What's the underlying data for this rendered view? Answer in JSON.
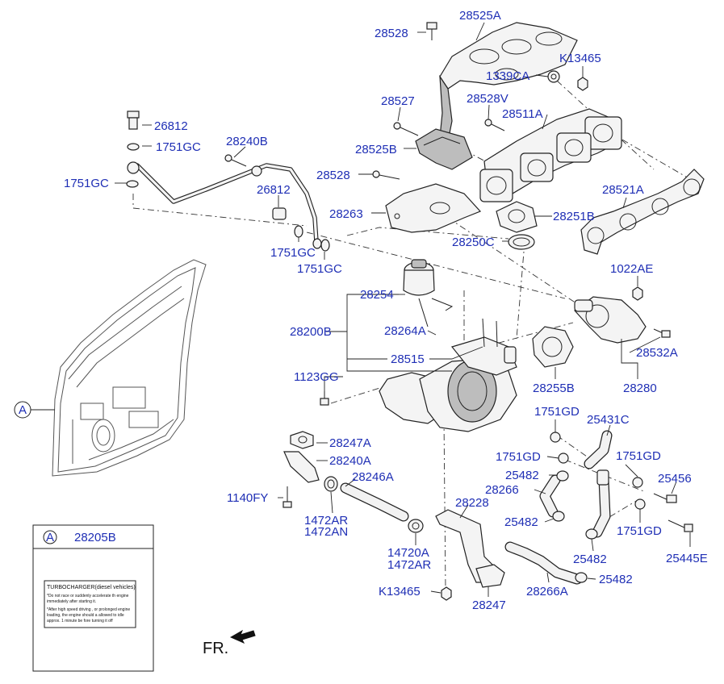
{
  "labels": {
    "l28528_top": "28528",
    "l28525A": "28525A",
    "lK13465_top": "K13465",
    "l1339CA": "1339CA",
    "l28527": "28527",
    "l28528V": "28528V",
    "l28511A": "28511A",
    "l26812_top": "26812",
    "l1751GC_top": "1751GC",
    "l28240B": "28240B",
    "l28525B": "28525B",
    "l1751GC_left": "1751GC",
    "l28528_mid": "28528",
    "l26812_mid": "26812",
    "l28521A": "28521A",
    "l28263": "28263",
    "l28251B": "28251B",
    "l28250C": "28250C",
    "l1751GC_b1": "1751GC",
    "l1751GC_b2": "1751GC",
    "l1022AE": "1022AE",
    "l28254": "28254",
    "l28200B": "28200B",
    "l28264A": "28264A",
    "l28532A": "28532A",
    "l28515": "28515",
    "l28255B": "28255B",
    "l28280": "28280",
    "l1123GG": "1123GG",
    "l1751GD_a": "1751GD",
    "l25431C": "25431C",
    "lA_callout": "A",
    "l28247A": "28247A",
    "l28240A": "28240A",
    "l1751GD_b": "1751GD",
    "l1751GD_c": "1751GD",
    "l28246A": "28246A",
    "l25482_a": "25482",
    "l25456": "25456",
    "l1140FY": "1140FY",
    "l28228": "28228",
    "l28266": "28266",
    "l1472AR": "1472AR",
    "l1472AN": "1472AN",
    "l25482_b": "25482",
    "l1751GD_d": "1751GD",
    "l14720A": "14720A",
    "l1472AR_b": "1472AR",
    "l25482_c": "25482",
    "l25445E": "25445E",
    "lK13465_bot": "K13465",
    "l28247": "28247",
    "l28266A": "28266A",
    "l25482_d": "25482"
  },
  "inset": {
    "callout": "A",
    "part_no": "28205B",
    "label_title": "TURBOCHARGER(diesel vehicles)",
    "label_line1": "*Do not race or suddenly accelerate th engine",
    "label_line2": "immediately after starting  it.",
    "label_line3": "*After high speed driving , or prolonged engine",
    "label_line4": "loading, the engine should a allowed to idle",
    "label_line5": "approx. 1 minute be fore turning it off"
  },
  "direction": {
    "text": "FR."
  },
  "colors": {
    "label": "#1f2fb5",
    "line": "#222222",
    "part_fill": "#f4f4f4",
    "part_shade": "#bdbdbd"
  }
}
